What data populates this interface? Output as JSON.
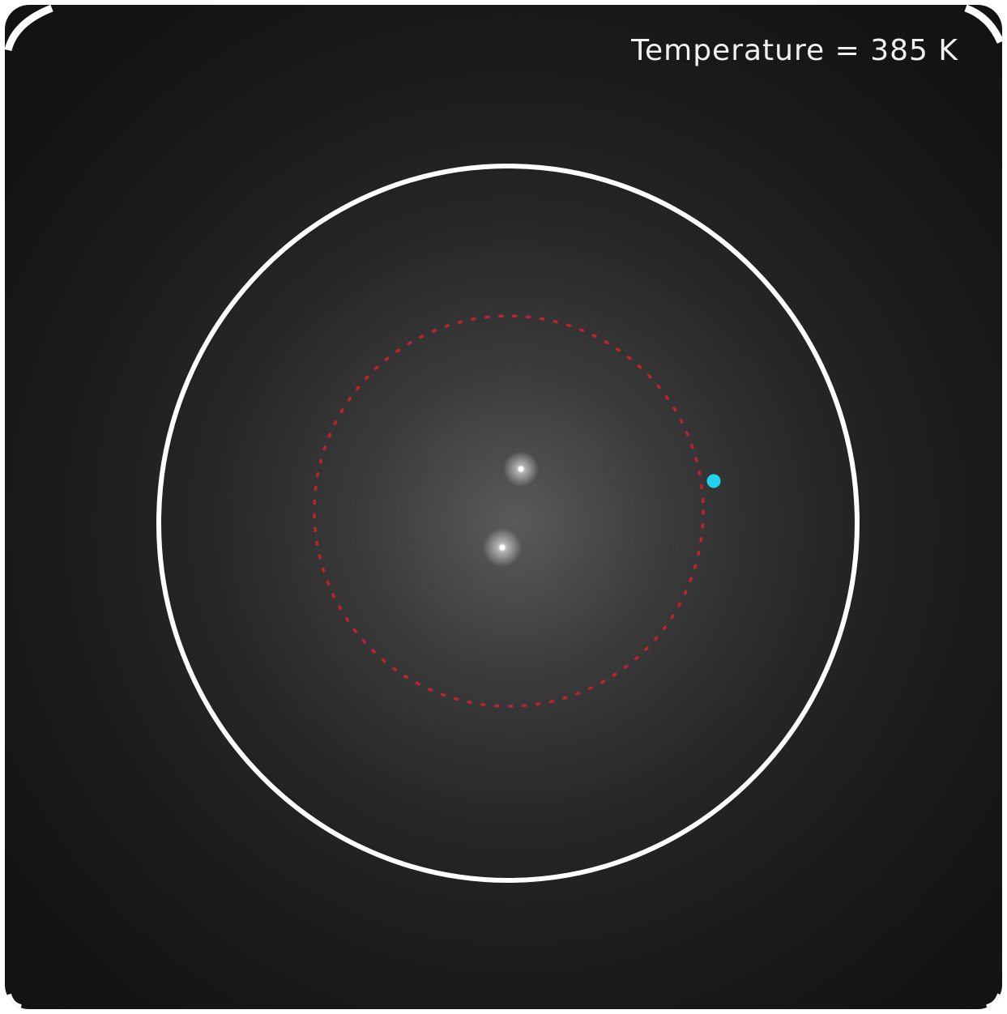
{
  "readout": {
    "label": "Temperature",
    "separator": " = ",
    "value": "385",
    "unit": "K"
  },
  "colors": {
    "background": "#111111",
    "boundary": "#ffffff",
    "orbit_path": "#c0232b",
    "planet": "#22d3ee",
    "star": "#ffffff"
  }
}
